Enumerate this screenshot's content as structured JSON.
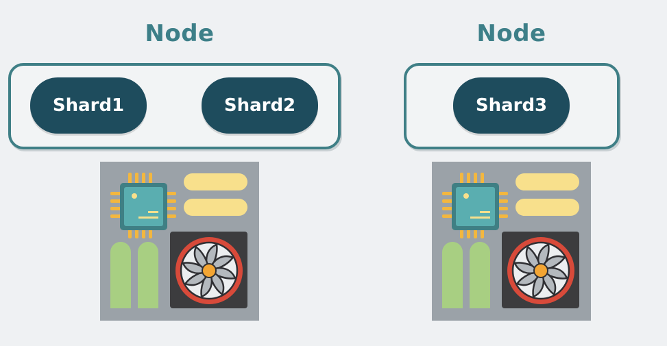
{
  "nodes": [
    {
      "title": "Node",
      "shards": [
        "Shard1",
        "Shard2"
      ]
    },
    {
      "title": "Node",
      "shards": [
        "Shard3"
      ]
    }
  ],
  "colors": {
    "background": "#eff1f3",
    "title": "#3d7f88",
    "box_border": "#3f7f86",
    "shard_fill": "#1e4c5d",
    "board": "#9ba2a8",
    "chip": "#5aaeb0",
    "pins": "#f3b73f",
    "ram": "#f8e08c",
    "slots": "#a8cf82",
    "fan_ring": "#d84a3a",
    "fan_hub": "#f3a533"
  },
  "icons": [
    "motherboard-icon",
    "cpu-chip-icon",
    "cooling-fan-icon"
  ]
}
